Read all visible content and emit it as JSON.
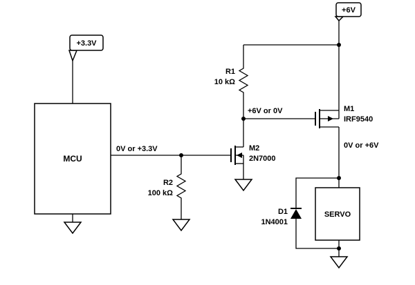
{
  "diagram": {
    "background_color": "#ffffff",
    "line_color": "#000000",
    "power_flags": {
      "v33": {
        "label": "+3.3V"
      },
      "v6": {
        "label": "+6V"
      }
    },
    "net_labels": {
      "mcu_output": "0V or +3.3V",
      "m2_drain": "+6V or 0V",
      "m1_drain": "0V or +6V"
    },
    "components": {
      "mcu": {
        "label": "MCU"
      },
      "servo": {
        "label": "SERVO"
      },
      "r1": {
        "ref": "R1",
        "value": "10 kΩ"
      },
      "r2": {
        "ref": "R2",
        "value": "100 kΩ"
      },
      "m1": {
        "ref": "M1",
        "part": "IRF9540"
      },
      "m2": {
        "ref": "M2",
        "part": "2N7000"
      },
      "d1": {
        "ref": "D1",
        "part": "1N4001"
      }
    }
  }
}
